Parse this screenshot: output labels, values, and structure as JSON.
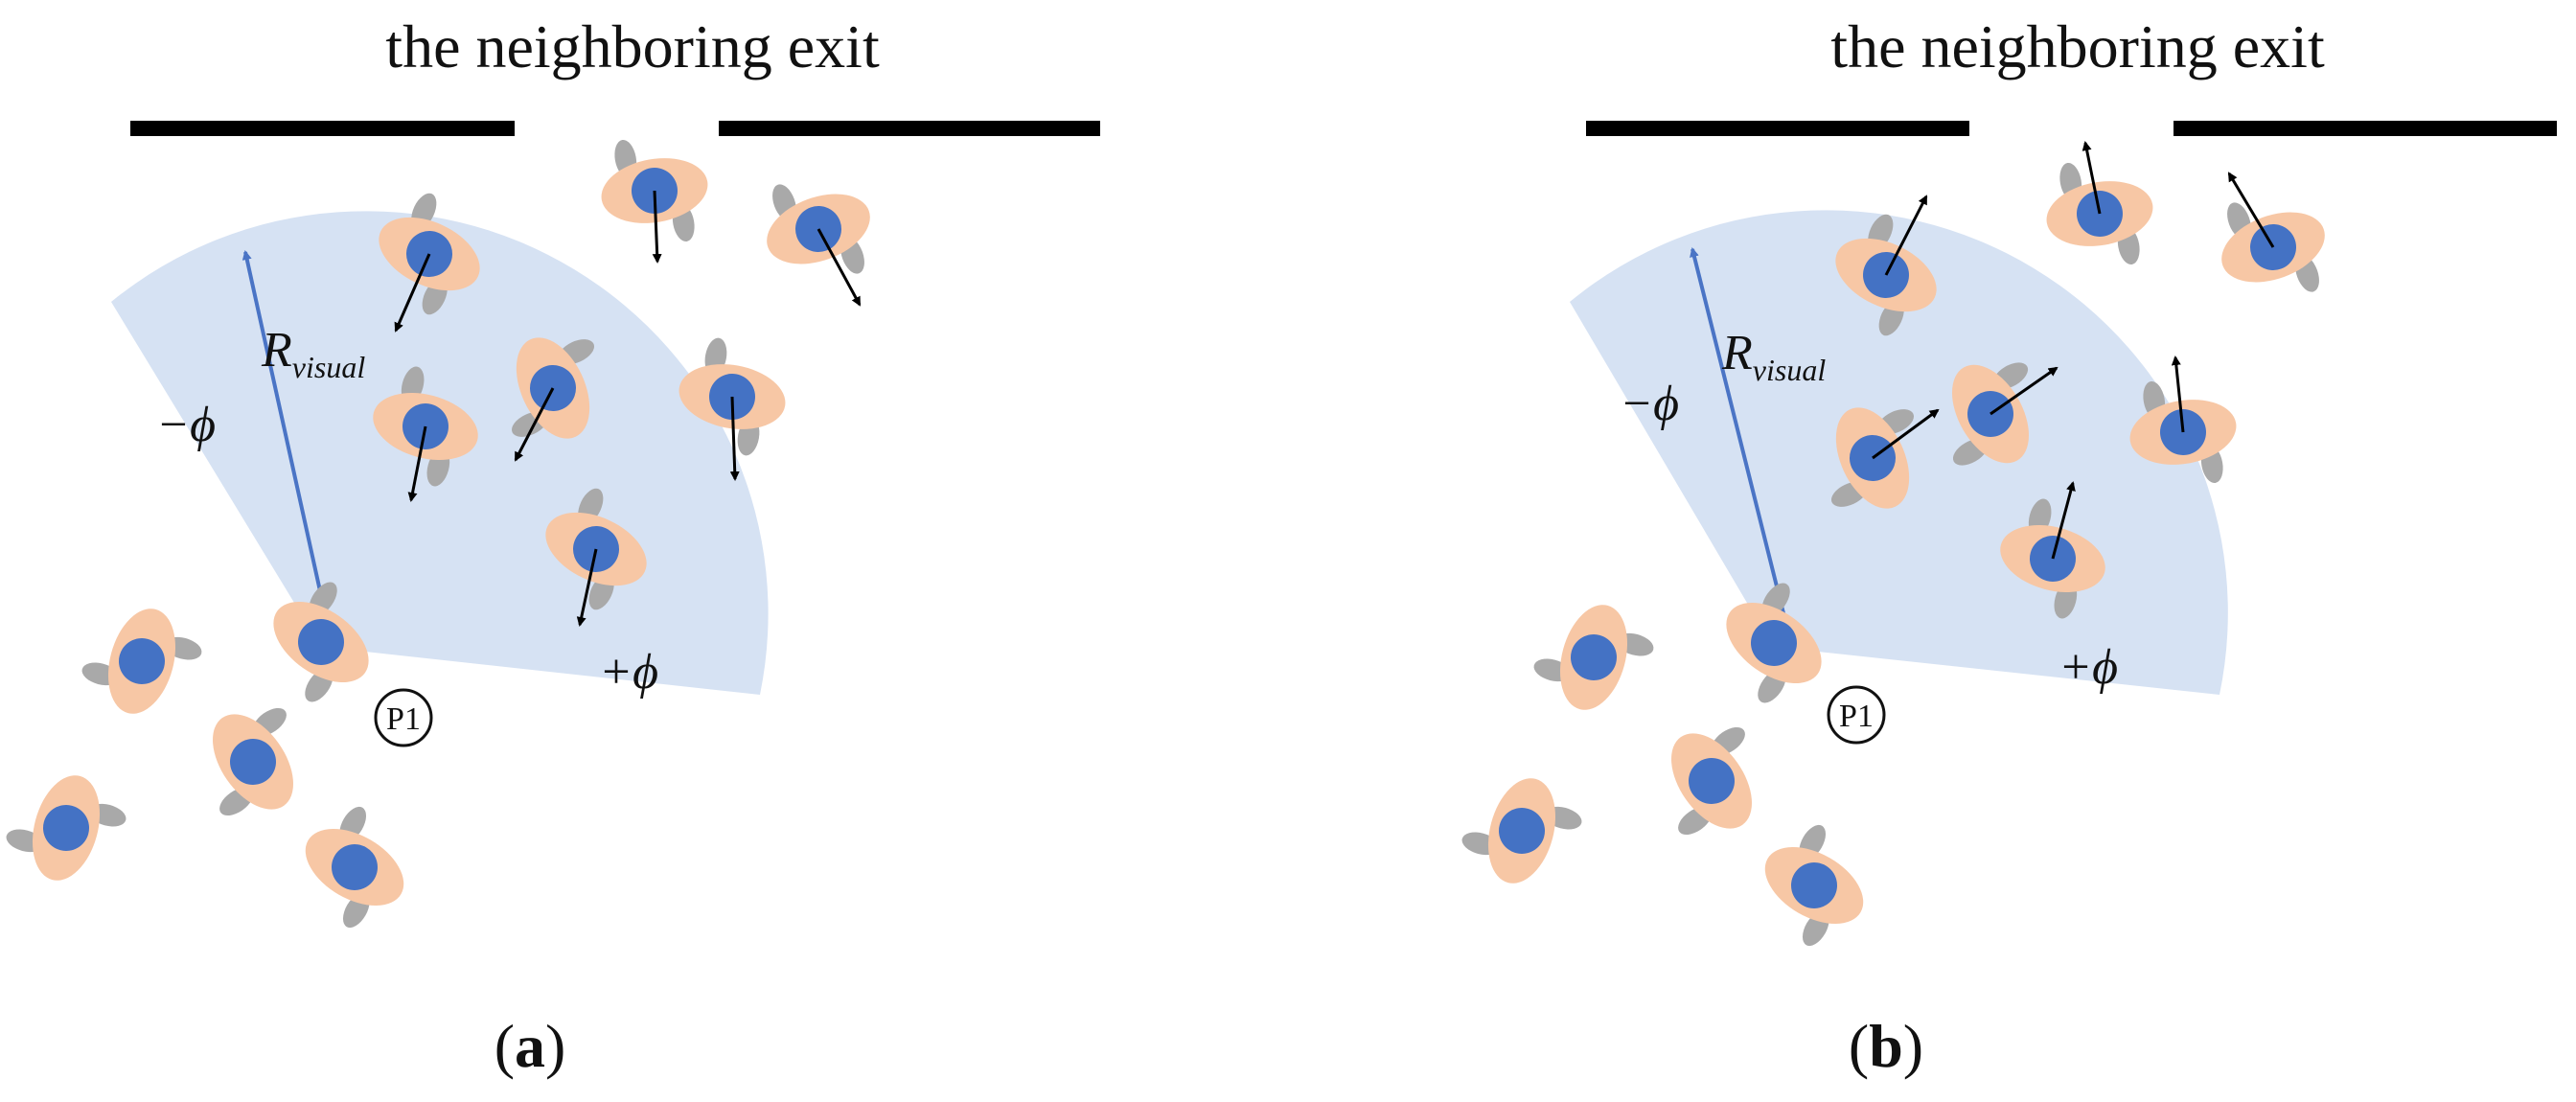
{
  "colors": {
    "fov_fill": "#d6e2f3",
    "radius_arrow": "#4a74c5",
    "body": "#f7c7a5",
    "arm": "#a9a9a9",
    "head": "#4472c4",
    "wall": "#000000",
    "velocity_arrow": "#000000"
  },
  "icons": {
    "pedestrian": "pedestrian-icon",
    "velocity": "arrow-icon"
  },
  "panels": [
    {
      "title": "the neighboring exit",
      "radius_symbol": "R",
      "radius_subscript": "visual",
      "minus_phi": "−ϕ",
      "plus_phi": "+ϕ",
      "p1_label": "P1",
      "label_open": "(",
      "label_letter": "a",
      "label_close": ")"
    },
    {
      "title": "the neighboring exit",
      "radius_symbol": "R",
      "radius_subscript": "visual",
      "minus_phi": "−ϕ",
      "plus_phi": "+ϕ",
      "p1_label": "P1",
      "label_open": "(",
      "label_letter": "b",
      "label_close": ")"
    }
  ]
}
